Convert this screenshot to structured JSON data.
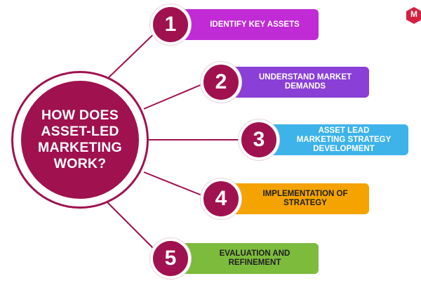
{
  "center": {
    "label": "HOW DOES\nASSET-LED\nMARKETING\nWORK?"
  },
  "steps": [
    {
      "number": "1",
      "label": "IDENTIFY KEY ASSETS",
      "color": "#c02bd6"
    },
    {
      "number": "2",
      "label": "UNDERSTAND MARKET\nDEMANDS",
      "color": "#8a3fd6"
    },
    {
      "number": "3",
      "label": "ASSET LEAD\nMARKETING STRATEGY\nDEVELOPMENT",
      "color": "#3db3ea"
    },
    {
      "number": "4",
      "label": "IMPLEMENTATION OF\nSTRATEGY",
      "color": "#f4a300"
    },
    {
      "number": "5",
      "label": "EVALUATION AND\nREFINEMENT",
      "color": "#7dbb3d"
    }
  ],
  "brand": {
    "logo_letter": "M",
    "color": "#d6203f"
  },
  "accent": "#a0114f"
}
